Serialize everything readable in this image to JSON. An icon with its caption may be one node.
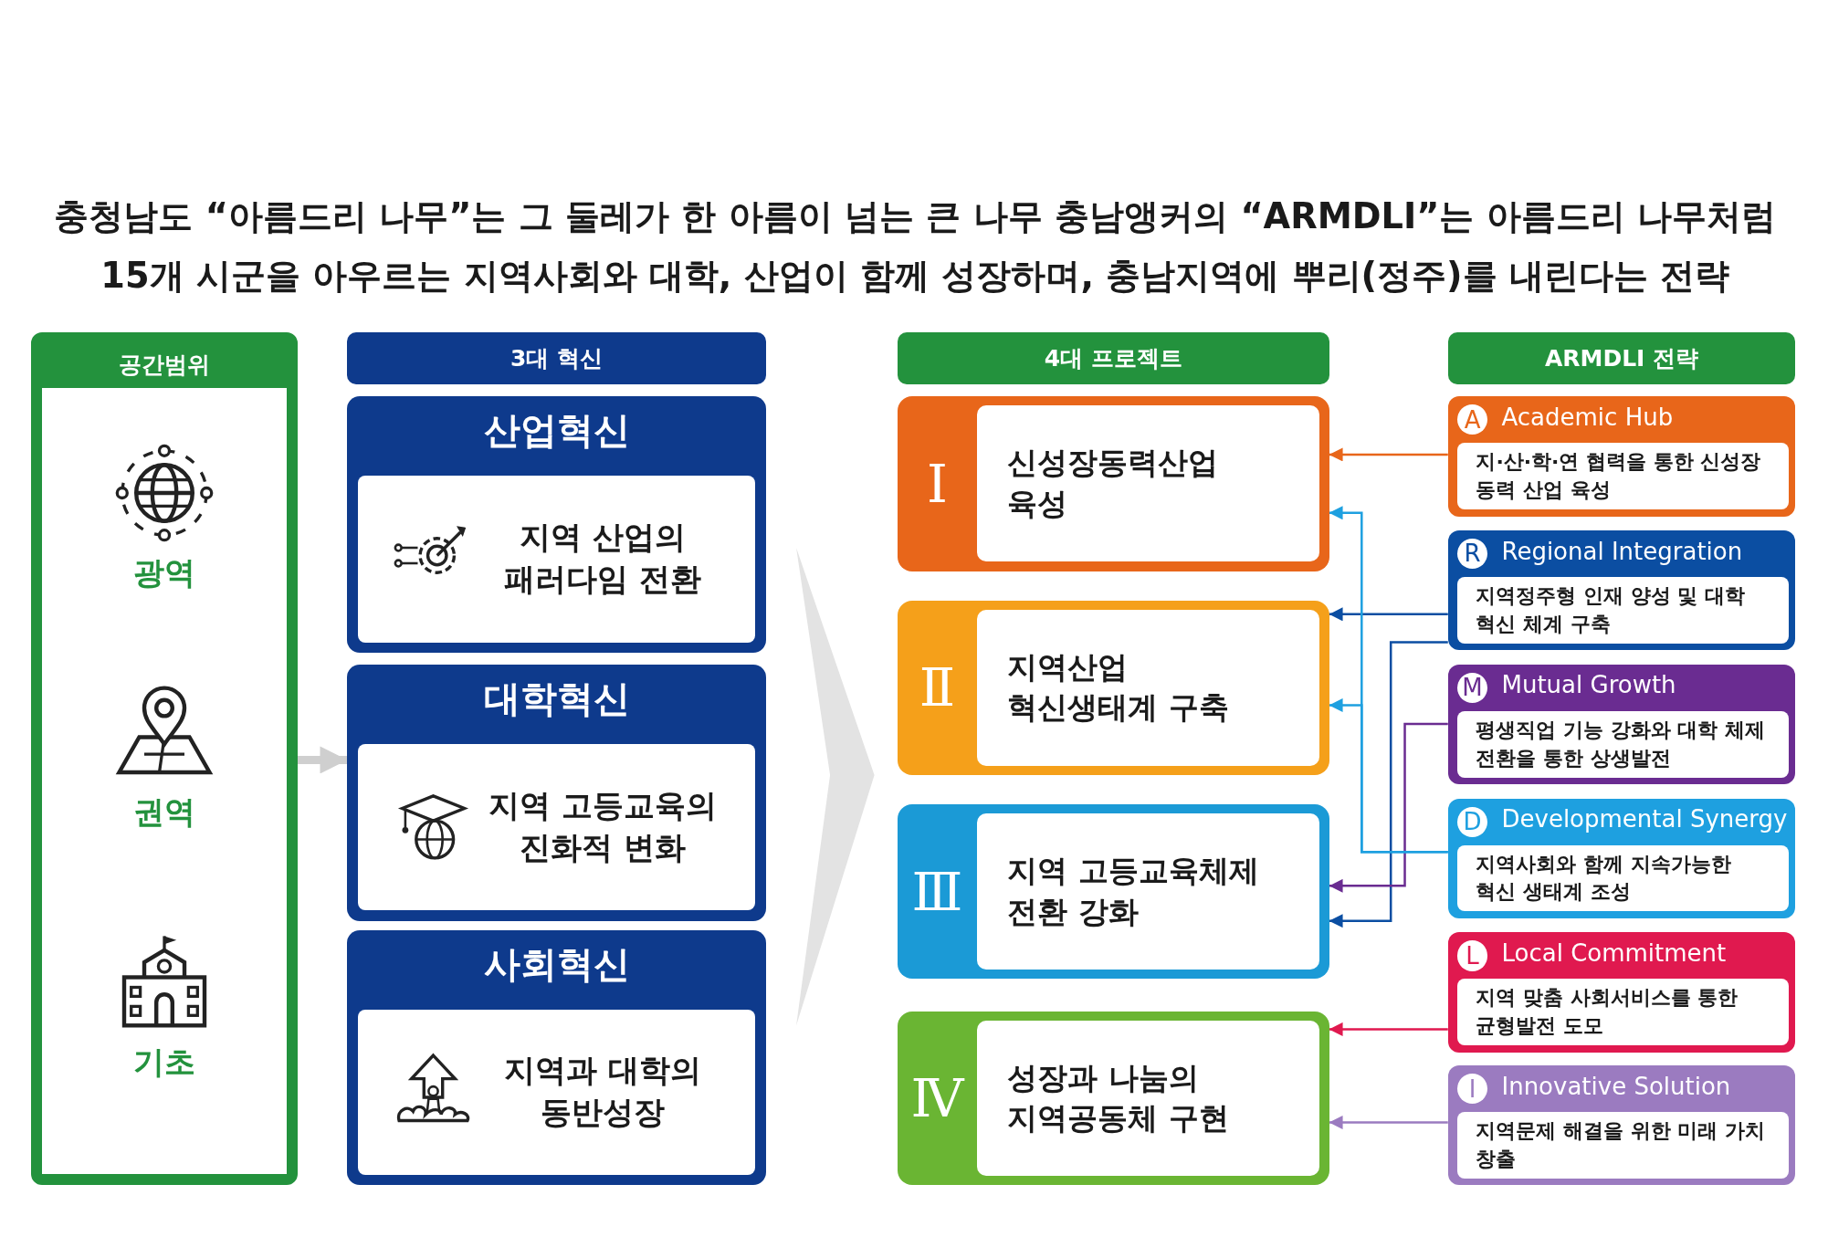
{
  "diagram": {
    "title": "충청남도 “아름드리 나무”는 그 둘레가 한 아름이 넘는 큰 나무 충남앵커의 “ARMDLI”는 아름드리 나무처럼 15개 시군을 아우르는 지역사회와 대학, 산업이 함께 성장하며, 충남지역에 뿌리(정주)를 내린다는 전략",
    "nodes": [
      {
        "text": [
          "공간범위",
          "광역",
          "권역",
          "기초"
        ]
      },
      {
        "text": [
          "3대 혁신"
        ]
      },
      {
        "text": [
          "산업혁신",
          "지역 산업의 패러다임 전환"
        ]
      },
      {
        "text": [
          "대학혁신",
          "지역 고등교육의 진화적 변화"
        ]
      },
      {
        "text": [
          "사회혁신",
          "지역과 대학의 동반성장"
        ]
      },
      {
        "text": [
          "4대 프로젝트"
        ]
      },
      {
        "text": [
          "Ⅰ",
          "신성장동력산업 육성"
        ]
      },
      {
        "text": [
          "Ⅱ",
          "지역산업 혁신생태계 구축"
        ]
      },
      {
        "text": [
          "Ⅲ",
          "지역 고등교육체제 전환 강화"
        ]
      },
      {
        "text": [
          "Ⅳ",
          "성장과 나눔의 지역공동체 구현"
        ]
      },
      {
        "text": [
          "ARMDLI 전략"
        ]
      },
      {
        "text": [
          "A",
          "Academic Hub",
          "지·산·학·연 협력을 통한 신성장 동력 산업 육성"
        ]
      },
      {
        "text": [
          "R",
          "Regional Integration",
          "지역정주형 인재 양성 및 대학 혁신 체계 구축"
        ]
      },
      {
        "text": [
          "M",
          "Mutual Growth",
          "평생직업 기능 강화와 대학 체제 전환을 통한 상생발전"
        ]
      },
      {
        "text": [
          "D",
          "Developmental Synergy",
          "지역사회와 함께 지속가능한 혁신 생태계 조성"
        ]
      },
      {
        "text": [
          "L",
          "Local Commitment",
          "지역 맞춤 사회서비스를 통한 균형발전 도모"
        ]
      },
      {
        "text": [
          "I",
          "Innovative Solution",
          "지역문제 해결을 위한 미래 가치 창출"
        ]
      }
    ],
    "edges": [
      {
        "from": 0,
        "to": 3,
        "arrow": "to",
        "style": "thick",
        "color": "#cfcfcf"
      },
      {
        "from": 11,
        "to": 6,
        "arrow": "to",
        "color": "#e8661a"
      },
      {
        "from": 12,
        "to": 7,
        "arrow": "to",
        "color": "#0b4ea2"
      },
      {
        "from": 12,
        "to": 8,
        "arrow": "to",
        "color": "#0b4ea2"
      },
      {
        "from": 13,
        "to": 8,
        "arrow": "to",
        "color": "#6a2c91"
      },
      {
        "from": 14,
        "to": 6,
        "arrow": "to",
        "color": "#1ea0e0"
      },
      {
        "from": 14,
        "to": 7,
        "arrow": "to",
        "color": "#1ea0e0"
      },
      {
        "from": 15,
        "to": 9,
        "arrow": "to",
        "color": "#e0194f"
      },
      {
        "from": 16,
        "to": 9,
        "arrow": "to",
        "color": "#9b7bc0"
      }
    ]
  }
}
